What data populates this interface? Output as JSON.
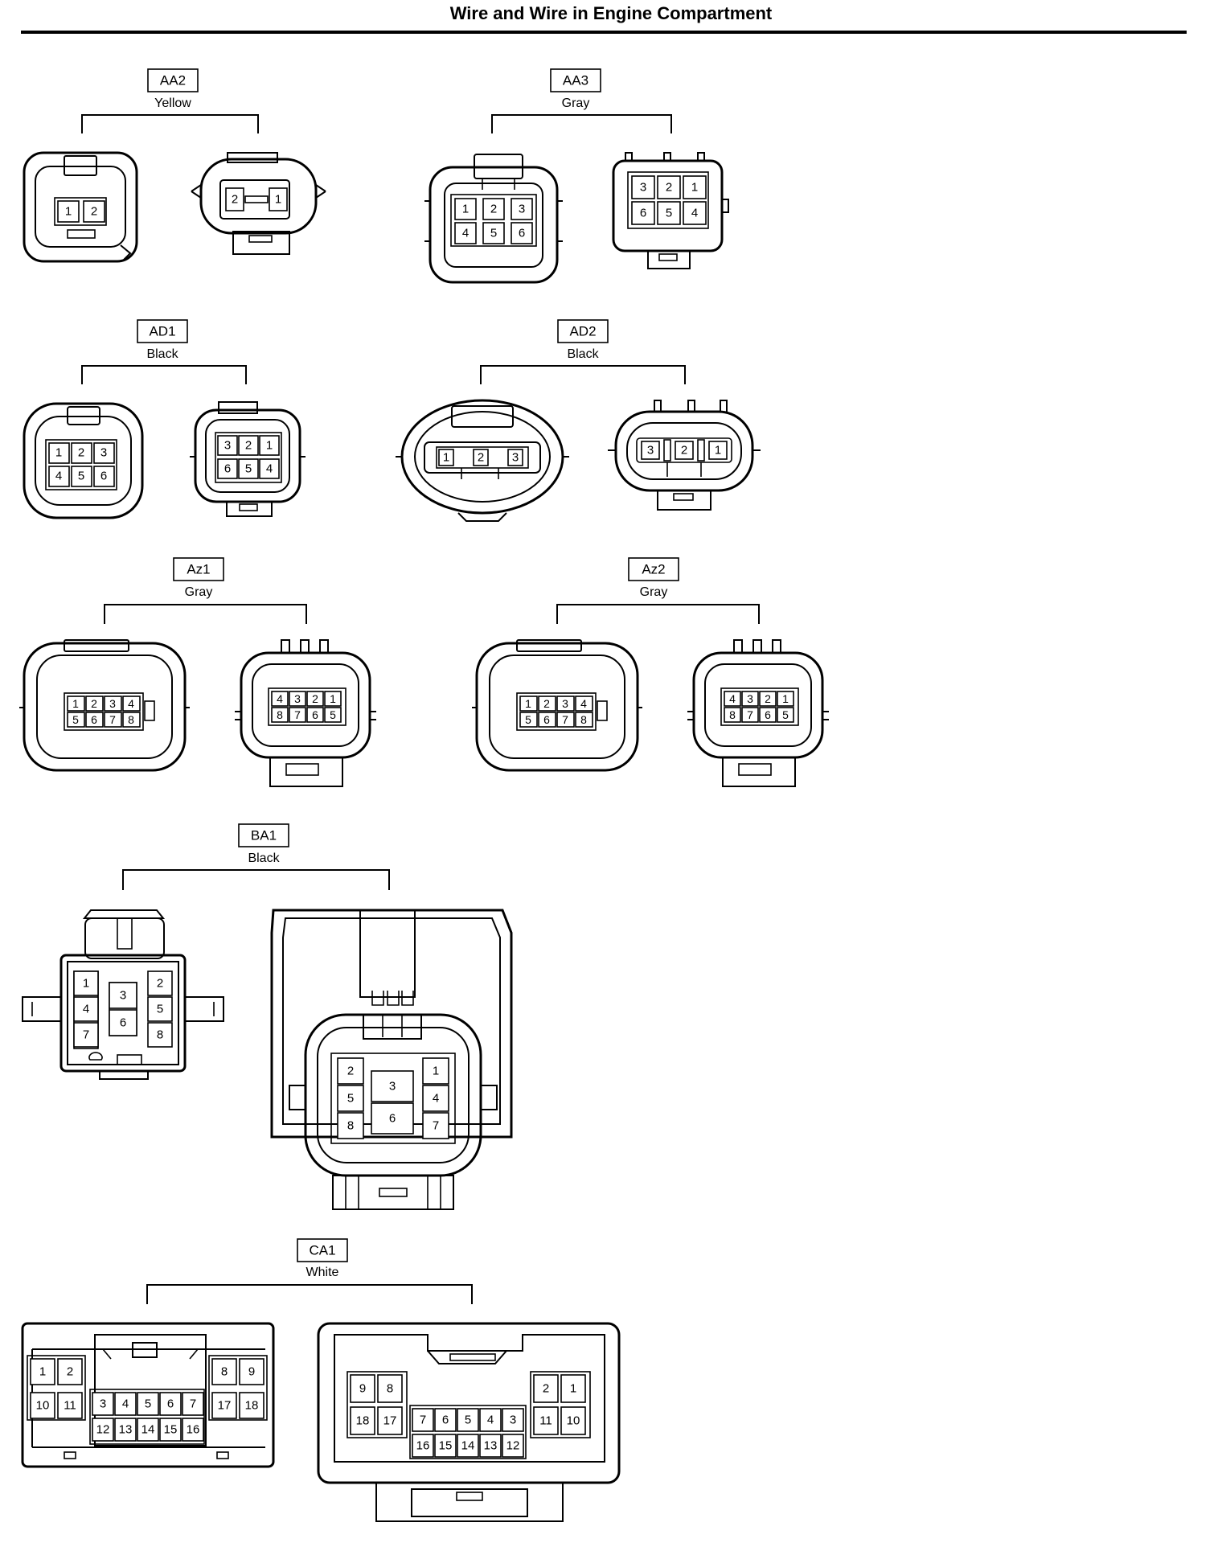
{
  "page": {
    "title": "Wire and Wire in Engine Compartment"
  },
  "groups": [
    {
      "id": "AA2",
      "color": "Yellow",
      "left": [
        "1",
        "2"
      ],
      "right": [
        "2",
        "1"
      ]
    },
    {
      "id": "AA3",
      "color": "Gray",
      "left": [
        "1",
        "2",
        "3",
        "4",
        "5",
        "6"
      ],
      "right": [
        "3",
        "2",
        "1",
        "6",
        "5",
        "4"
      ]
    },
    {
      "id": "AD1",
      "color": "Black",
      "left": [
        "1",
        "2",
        "3",
        "4",
        "5",
        "6"
      ],
      "right": [
        "3",
        "2",
        "1",
        "6",
        "5",
        "4"
      ]
    },
    {
      "id": "AD2",
      "color": "Black",
      "left": [
        "1",
        "2",
        "3"
      ],
      "right": [
        "3",
        "2",
        "1"
      ]
    },
    {
      "id": "Az1",
      "color": "Gray",
      "left": [
        "1",
        "2",
        "3",
        "4",
        "5",
        "6",
        "7",
        "8"
      ],
      "right": [
        "4",
        "3",
        "2",
        "1",
        "8",
        "7",
        "6",
        "5"
      ]
    },
    {
      "id": "Az2",
      "color": "Gray",
      "left": [
        "1",
        "2",
        "3",
        "4",
        "5",
        "6",
        "7",
        "8"
      ],
      "right": [
        "4",
        "3",
        "2",
        "1",
        "8",
        "7",
        "6",
        "5"
      ]
    },
    {
      "id": "BA1",
      "color": "Black",
      "left": [
        "1",
        "4",
        "7",
        "3",
        "6",
        "2",
        "5",
        "8"
      ],
      "right": [
        "2",
        "5",
        "8",
        "3",
        "6",
        "1",
        "4",
        "7"
      ]
    },
    {
      "id": "CA1",
      "color": "White",
      "left": [
        "1",
        "2",
        "10",
        "11",
        "3",
        "4",
        "5",
        "6",
        "7",
        "12",
        "13",
        "14",
        "15",
        "16",
        "8",
        "9",
        "17",
        "18"
      ],
      "right": [
        "9",
        "8",
        "18",
        "17",
        "7",
        "6",
        "5",
        "4",
        "3",
        "16",
        "15",
        "14",
        "13",
        "12",
        "2",
        "1",
        "11",
        "10"
      ]
    }
  ]
}
